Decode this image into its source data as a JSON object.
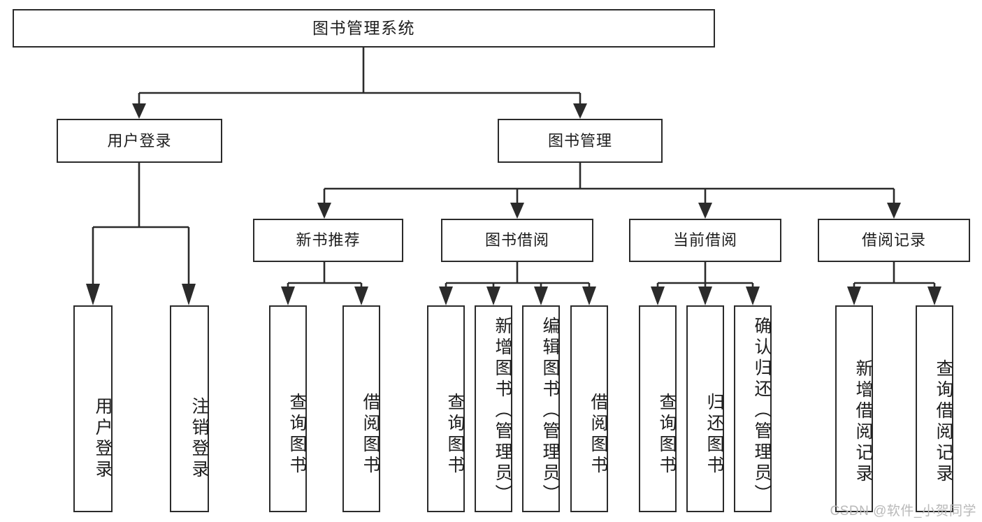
{
  "diagram": {
    "title": "图书管理系统",
    "type": "tree-hierarchy",
    "root": {
      "id": "root",
      "label": "图书管理系统"
    },
    "level1": [
      {
        "id": "user-login",
        "label": "用户登录"
      },
      {
        "id": "book-manage",
        "label": "图书管理"
      }
    ],
    "level2": [
      {
        "id": "new-book-recommend",
        "label": "新书推荐",
        "parent": "book-manage"
      },
      {
        "id": "book-borrow",
        "label": "图书借阅",
        "parent": "book-manage"
      },
      {
        "id": "current-borrow",
        "label": "当前借阅",
        "parent": "book-manage"
      },
      {
        "id": "borrow-record",
        "label": "借阅记录",
        "parent": "book-manage"
      }
    ],
    "leaves": {
      "user-login": [
        {
          "id": "leaf-user-login",
          "label": "用户登录"
        },
        {
          "id": "leaf-logout",
          "label": "注销登录"
        }
      ],
      "new-book-recommend": [
        {
          "id": "leaf-query-book-1",
          "label": "查询图书"
        },
        {
          "id": "leaf-borrow-book-1",
          "label": "借阅图书"
        }
      ],
      "book-borrow": [
        {
          "id": "leaf-query-book-2",
          "label": "查询图书"
        },
        {
          "id": "leaf-add-book",
          "label": "新增图书（管理员）"
        },
        {
          "id": "leaf-edit-book",
          "label": "编辑图书（管理员）"
        },
        {
          "id": "leaf-borrow-book-2",
          "label": "借阅图书"
        }
      ],
      "current-borrow": [
        {
          "id": "leaf-query-book-3",
          "label": "查询图书"
        },
        {
          "id": "leaf-return-book",
          "label": "归还图书"
        },
        {
          "id": "leaf-confirm-return",
          "label": "确认归还（管理员）"
        }
      ],
      "borrow-record": [
        {
          "id": "leaf-add-record",
          "label": "新增借阅记录"
        },
        {
          "id": "leaf-query-record",
          "label": "查询借阅记录"
        }
      ]
    }
  },
  "watermark": {
    "text": "CSDN @软件_小贺同学"
  },
  "colors": {
    "stroke": "#2b2b2b",
    "background": "#ffffff",
    "text": "#1d1d1d",
    "watermark": "#b9b9b9"
  }
}
